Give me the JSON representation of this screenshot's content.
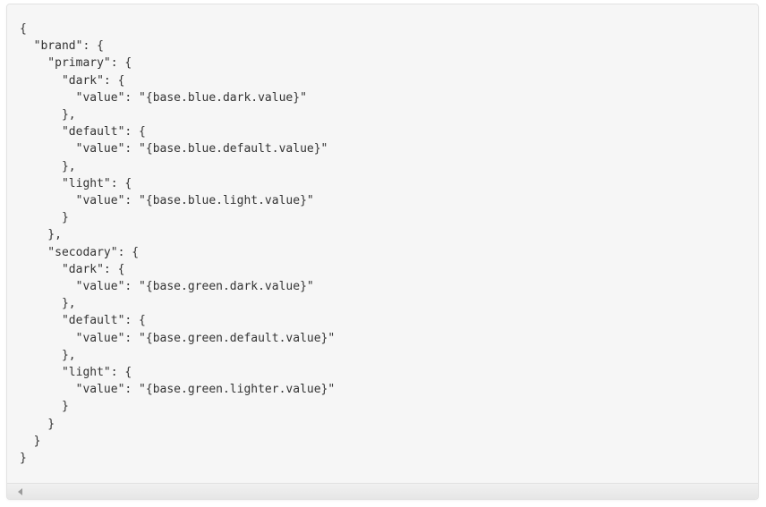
{
  "panel": {
    "title": "json-code-viewer",
    "background_color": "#f6f6f6",
    "border_color": "#e2e2e2",
    "text_color": "#333333"
  },
  "code": {
    "language": "json",
    "indent_size": 2,
    "lines": [
      "{",
      "  \"brand\": {",
      "    \"primary\": {",
      "      \"dark\": {",
      "        \"value\": \"{base.blue.dark.value}\"",
      "      },",
      "      \"default\": {",
      "        \"value\": \"{base.blue.default.value}\"",
      "      },",
      "      \"light\": {",
      "        \"value\": \"{base.blue.light.value}\"",
      "      }",
      "    },",
      "    \"secodary\": {",
      "      \"dark\": {",
      "        \"value\": \"{base.green.dark.value}\"",
      "      },",
      "      \"default\": {",
      "        \"value\": \"{base.green.default.value}\"",
      "      },",
      "      \"light\": {",
      "        \"value\": \"{base.green.lighter.value}\"",
      "      }",
      "    }",
      "  }",
      "}"
    ],
    "full_text": "{\n  \"brand\": {\n    \"primary\": {\n      \"dark\": {\n        \"value\": \"{base.blue.dark.value}\"\n      },\n      \"default\": {\n        \"value\": \"{base.blue.default.value}\"\n      },\n      \"light\": {\n        \"value\": \"{base.blue.light.value}\"\n      }\n    },\n    \"secodary\": {\n      \"dark\": {\n        \"value\": \"{base.green.dark.value}\"\n      },\n      \"default\": {\n        \"value\": \"{base.green.default.value}\"\n      },\n      \"light\": {\n        \"value\": \"{base.green.lighter.value}\"\n      }\n    }\n  }\n}"
  },
  "scrollbar": {
    "orientation": "horizontal",
    "left_arrow_icon": "triangle-left-icon"
  }
}
